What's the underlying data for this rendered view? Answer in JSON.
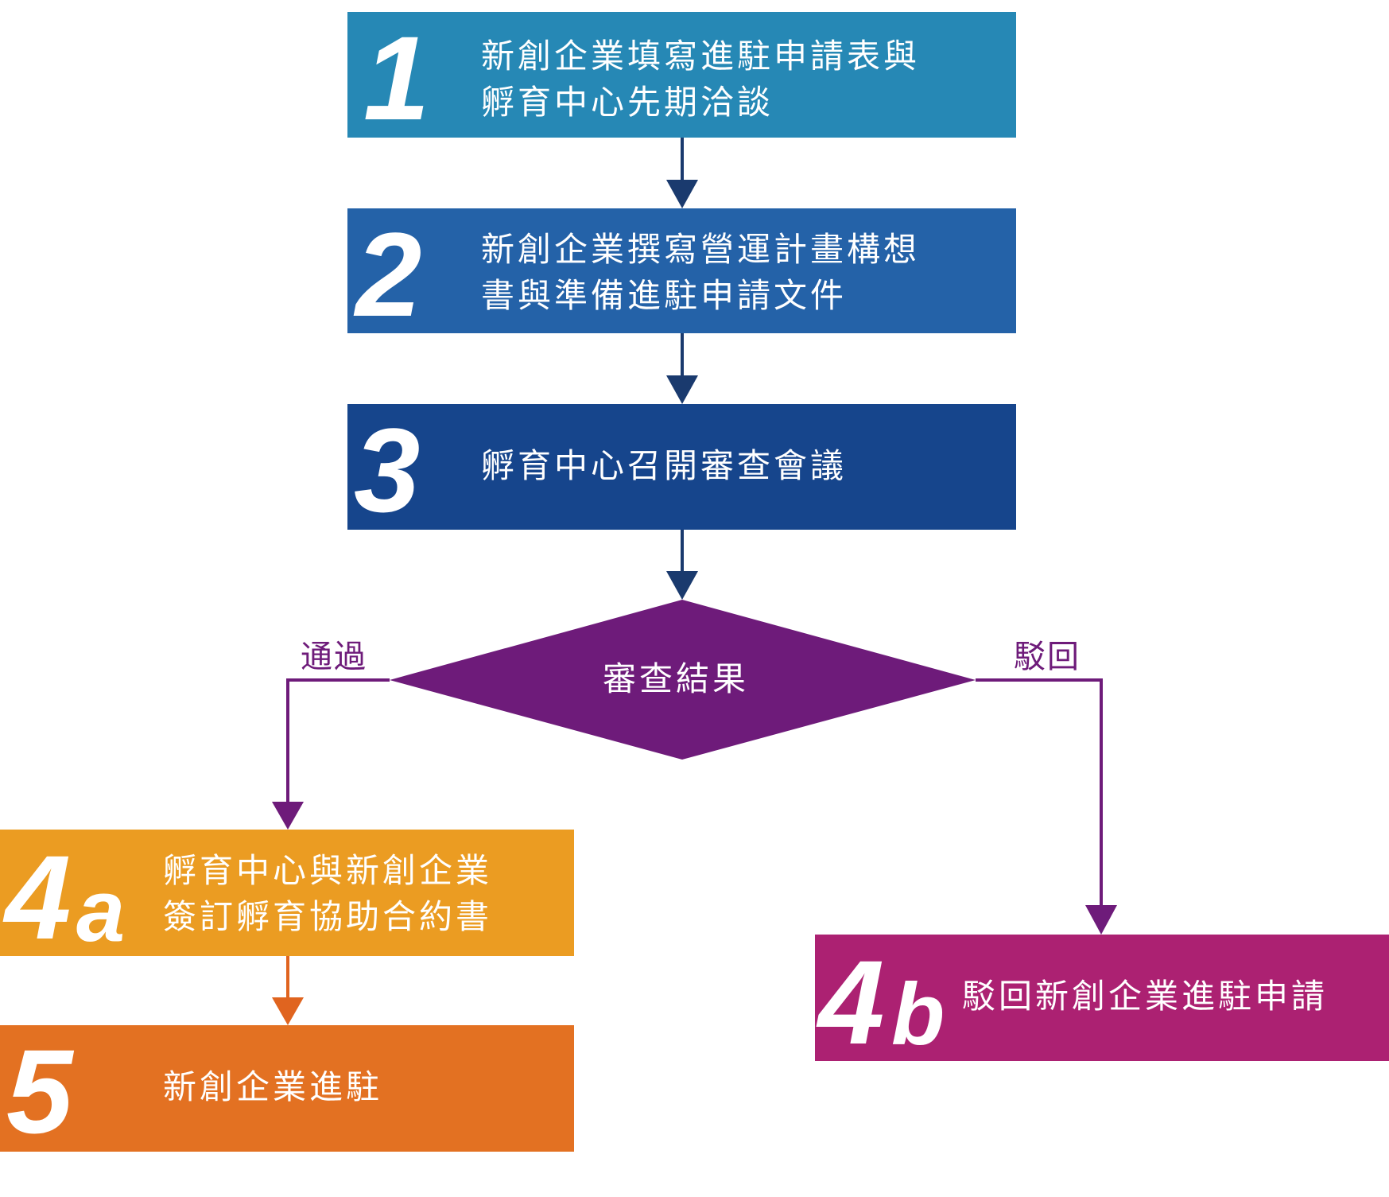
{
  "colors": {
    "step1": "#2688b5",
    "step2": "#2462a8",
    "step3": "#16458c",
    "decision": "#6e1b7a",
    "step4a": "#eb9c22",
    "step5": "#e37122",
    "step4b": "#ac2172",
    "arrow_main": "#1a3a6e",
    "arrow_branch": "#6e1b7a",
    "arrow_orange": "#e0641f"
  },
  "steps": {
    "s1": {
      "number": "1",
      "lines": [
        "新創企業填寫進駐申請表與",
        "孵育中心先期洽談"
      ]
    },
    "s2": {
      "number": "2",
      "lines": [
        "新創企業撰寫營運計畫構想",
        "書與準備進駐申請文件"
      ]
    },
    "s3": {
      "number": "3",
      "lines": [
        "孵育中心召開審查會議"
      ]
    },
    "s4a": {
      "number": "4",
      "suffix": "a",
      "lines": [
        "孵育中心與新創企業",
        "簽訂孵育協助合約書"
      ]
    },
    "s5": {
      "number": "5",
      "lines": [
        "新創企業進駐"
      ]
    },
    "s4b": {
      "number": "4",
      "suffix": "b",
      "lines": [
        "駁回新創企業進駐申請"
      ]
    }
  },
  "decision": {
    "label": "審查結果"
  },
  "branches": {
    "pass": "通過",
    "reject": "駁回"
  }
}
